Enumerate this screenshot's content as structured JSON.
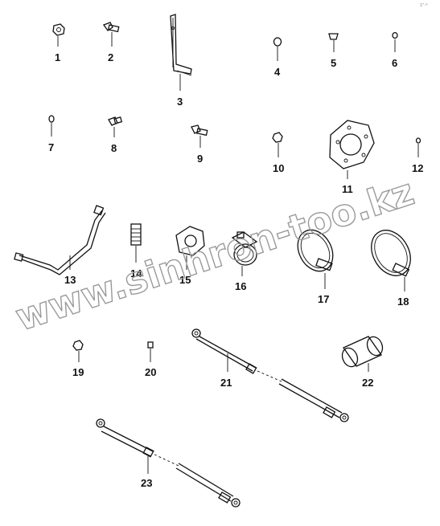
{
  "watermark": "www.sinhron-too.kz",
  "corner_stamp": "1\"-*",
  "parts": [
    {
      "number": "1"
    },
    {
      "number": "2"
    },
    {
      "number": "3"
    },
    {
      "number": "4"
    },
    {
      "number": "5"
    },
    {
      "number": "6"
    },
    {
      "number": "7"
    },
    {
      "number": "8"
    },
    {
      "number": "9"
    },
    {
      "number": "10"
    },
    {
      "number": "11"
    },
    {
      "number": "12"
    },
    {
      "number": "13"
    },
    {
      "number": "14"
    },
    {
      "number": "15"
    },
    {
      "number": "16"
    },
    {
      "number": "17"
    },
    {
      "number": "18"
    },
    {
      "number": "19"
    },
    {
      "number": "20"
    },
    {
      "number": "21"
    },
    {
      "number": "22"
    },
    {
      "number": "23"
    }
  ],
  "colors": {
    "line": "#111111",
    "watermark": "#9a9a9a",
    "background": "#ffffff"
  }
}
